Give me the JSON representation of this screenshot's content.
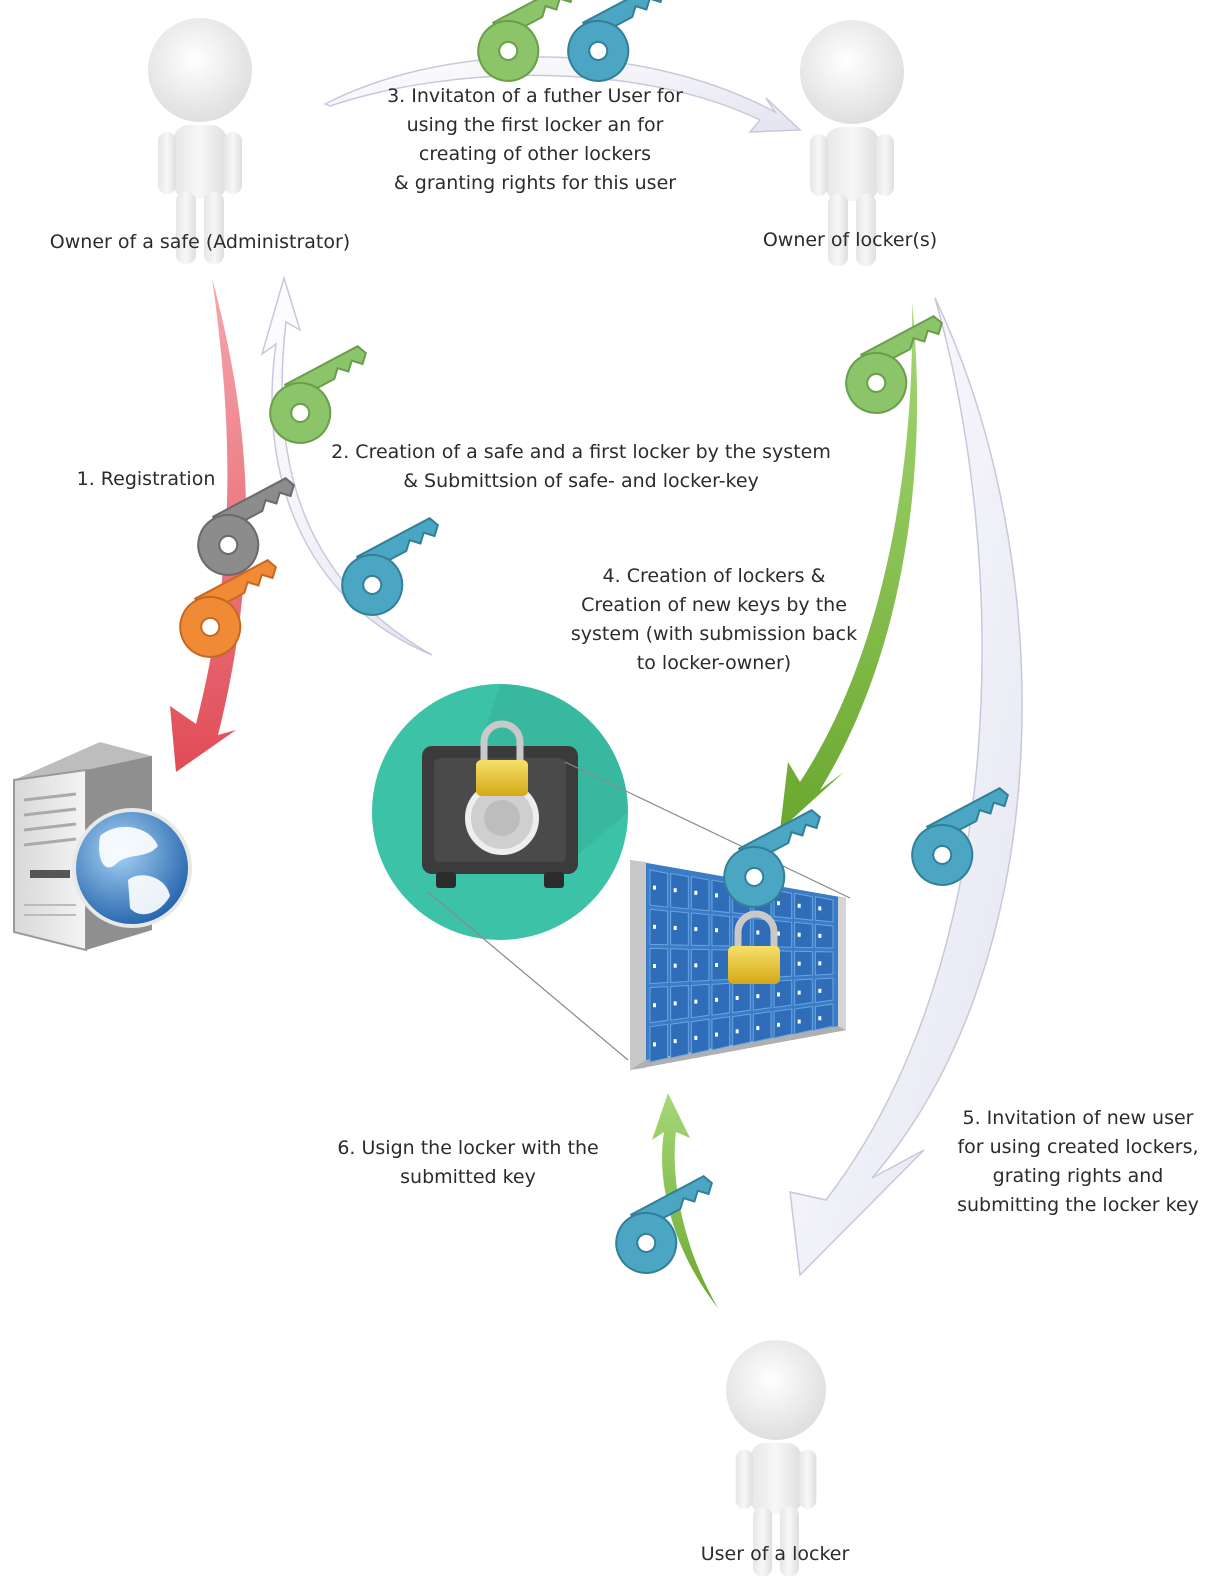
{
  "actors": {
    "admin": "Owner of a safe (Administrator)",
    "owner": "Owner of locker(s)",
    "user": "User of a locker"
  },
  "steps": {
    "s1": "1. Registration",
    "s2": "2. Creation of a safe and a first locker by the system\n& Submittsion of safe- and locker-key",
    "s3": "3. Invitaton of a futher User for\nusing the first locker an for\ncreating of other lockers\n& granting rights for this user",
    "s4": "4. Creation of lockers &\nCreation of new keys by the\nsystem (with submission back\nto locker-owner)",
    "s5": "5. Invitation of new user\nfor using created lockers,\ngrating rights and\nsubmitting the locker key",
    "s6": "6. Usign the locker with the\nsubmitted key"
  },
  "colors": {
    "red_arrow": "#e8636b",
    "green_arrow": "#7ab33f",
    "light_arrow": "#eeeef6",
    "key_green": "#8cc46a",
    "key_blue": "#4ba6c4",
    "key_gray": "#8c8c8c",
    "key_orange": "#f08a35",
    "safe_circle": "#3fc3a8",
    "locker_blue": "#3a7cc8"
  },
  "icons": {
    "person": "person-icon",
    "key": "key-icon",
    "server": "server-globe-icon",
    "safe": "safe-icon",
    "lockers": "locker-cabinet-icon",
    "padlock": "padlock-icon"
  }
}
